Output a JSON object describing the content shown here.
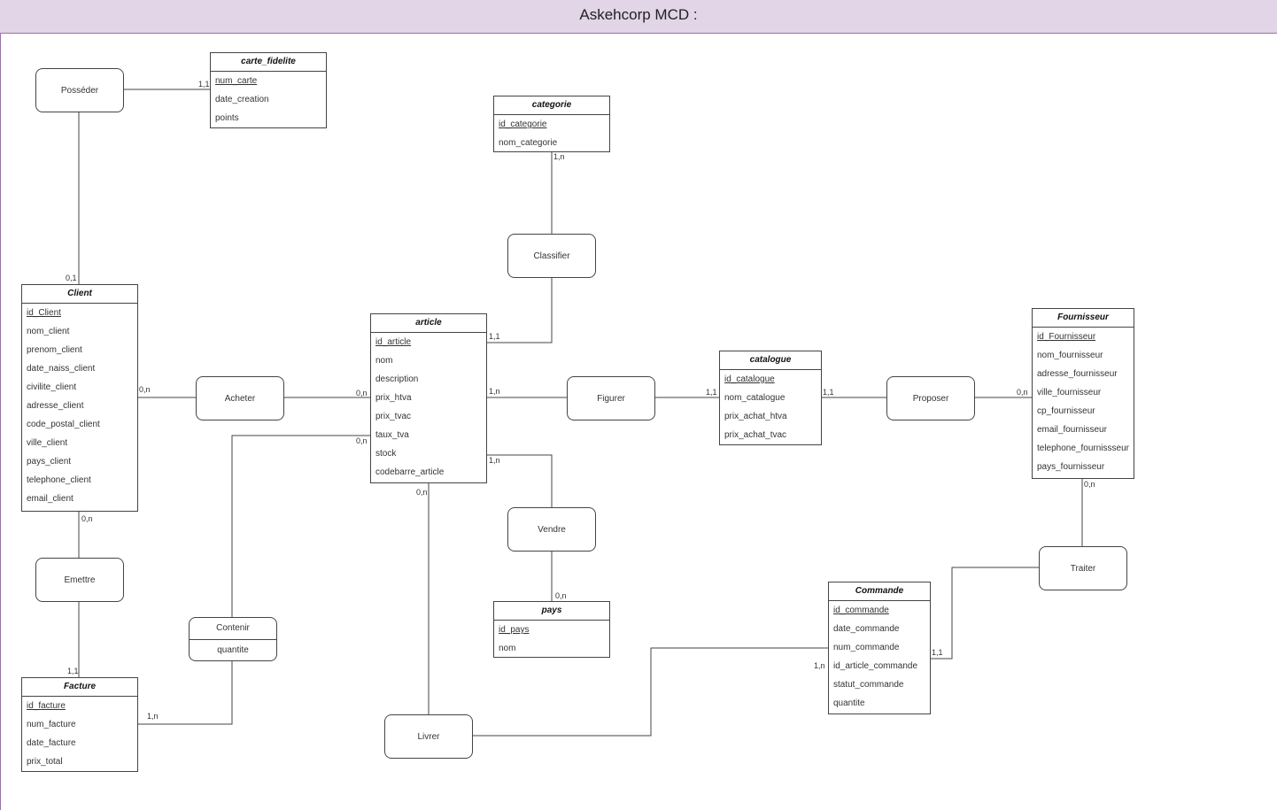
{
  "title": "Askehcorp MCD :",
  "entities": {
    "carte_fidelite": {
      "name": "carte_fidelite",
      "attrs": [
        "num_carte",
        "date_creation",
        "points"
      ]
    },
    "categorie": {
      "name": "categorie",
      "attrs": [
        "id_categorie",
        "nom_categorie"
      ]
    },
    "client": {
      "name": "Client",
      "attrs": [
        "id_Client",
        "nom_client",
        "prenom_client",
        "date_naiss_client",
        "civilite_client",
        "adresse_client",
        "code_postal_client",
        "ville_client",
        "pays_client",
        "telephone_client",
        "email_client"
      ]
    },
    "article": {
      "name": "article",
      "attrs": [
        "id_article",
        "nom",
        "description",
        "prix_htva",
        "prix_tvac",
        "taux_tva",
        "stock",
        "codebarre_article"
      ]
    },
    "catalogue": {
      "name": "catalogue",
      "attrs": [
        "id_catalogue",
        "nom_catalogue",
        "prix_achat_htva",
        "prix_achat_tvac"
      ]
    },
    "fournisseur": {
      "name": "Fournisseur",
      "attrs": [
        "id_Fournisseur",
        "nom_fournisseur",
        "adresse_fournisseur",
        "ville_fournisseur",
        "cp_fournisseur",
        "email_fournisseur",
        "telephone_fournissseur",
        "pays_fournisseur"
      ]
    },
    "pays": {
      "name": "pays",
      "attrs": [
        "id_pays",
        "nom"
      ]
    },
    "commande": {
      "name": "Commande",
      "attrs": [
        "id_commande",
        "date_commande",
        "num_commande",
        "id_article_commande",
        "statut_commande",
        "quantite"
      ]
    },
    "facture": {
      "name": "Facture",
      "attrs": [
        "id_facture",
        "num_facture",
        "date_facture",
        "prix_total"
      ]
    }
  },
  "associations": {
    "posseder": "Posséder",
    "classifier": "Classifier",
    "acheter": "Acheter",
    "figurer": "Figurer",
    "proposer": "Proposer",
    "vendre": "Vendre",
    "emettre": "Emettre",
    "contenir": {
      "name": "Contenir",
      "attr": "quantite"
    },
    "traiter": "Traiter",
    "livrer": "Livrer"
  },
  "cardinalities": {
    "posseder_carte": "1,1",
    "posseder_client": "0,1",
    "classifier_categorie": "1,n",
    "classifier_article": "1,1",
    "acheter_client": "0,n",
    "acheter_article": "0,n",
    "contenir_article": "0,n",
    "figurer_article": "1,n",
    "figurer_catalogue": "1,1",
    "proposer_catalogue": "1,1",
    "proposer_fournisseur": "0,n",
    "vendre_article": "1,n",
    "vendre_pays": "0,n",
    "emettre_client": "0,n",
    "emettre_facture": "1,1",
    "contenir_facture": "1,n",
    "livrer_article": "0,n",
    "livrer_commande": "1,n",
    "traiter_fournisseur": "0,n",
    "traiter_commande": "1,1"
  }
}
